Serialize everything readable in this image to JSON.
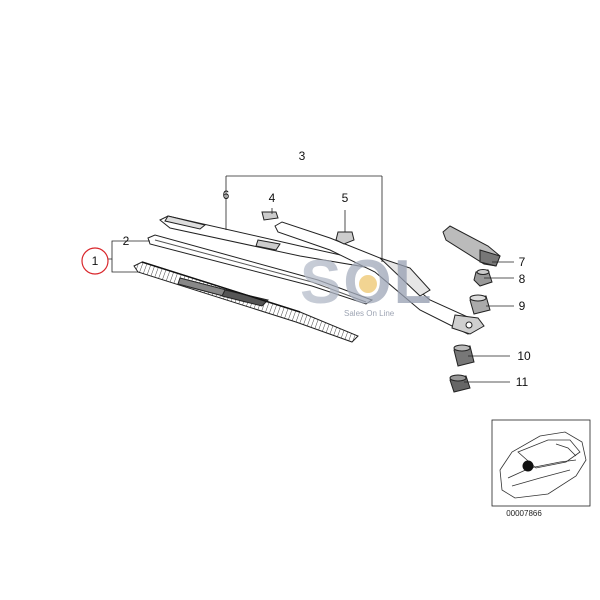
{
  "callouts": {
    "c1": "1",
    "c2": "2",
    "c3": "3",
    "c4": "4",
    "c5": "5",
    "c6": "6",
    "c7": "7",
    "c8": "8",
    "c9": "9",
    "c10": "10",
    "c11": "11"
  },
  "watermark": {
    "logo": "SOL",
    "tagline": "Sales On Line"
  },
  "thumbnail": {
    "code": "00007866"
  },
  "colors": {
    "line": "#222222",
    "highlight_circle": "#d9262b",
    "watermark_gray": "#9aa3b5",
    "watermark_accent": "#e8b84a"
  }
}
